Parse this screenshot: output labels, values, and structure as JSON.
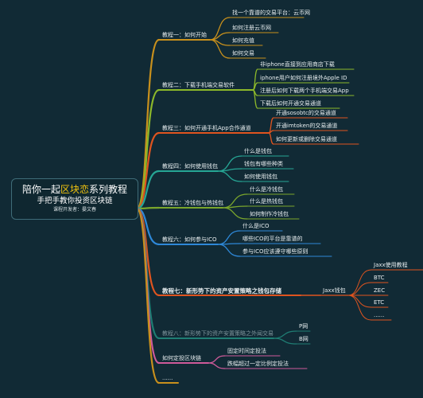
{
  "root": {
    "title_pre": "陪你一起",
    "title_highlight": "区块恋",
    "title_post": "系列教程",
    "subtitle": "手把手教你投资区块链",
    "author": "课程开发者：晏文春"
  },
  "branches": [
    {
      "label": "教程一：如何开始",
      "color": "#c8901c",
      "children": [
        "找一个靠谱的交易平台：云币网",
        "如何注册云币网",
        "如何充值",
        "如何交易"
      ]
    },
    {
      "label": "教程二：下载手机端交易软件",
      "color": "#8cb82a",
      "children": [
        "非iphone直接到应用商店下载",
        "iphone用户如何注册境外Apple ID",
        "注册后如何下载两个手机端交易App",
        "下载后如何开通交易通道"
      ]
    },
    {
      "label": "教程三：如何开通手机App合作通道",
      "color": "#e0541f",
      "children": [
        "开通sosobtc的交易通道",
        "开通imtoken的交易通道",
        "如何更新或删除交易通道"
      ]
    },
    {
      "label": "教程四：如何使用钱包",
      "color": "#26a695",
      "children": [
        "什么是钱包",
        "钱包有哪些种类",
        "如何使用钱包"
      ]
    },
    {
      "label": "教程五：冷钱包与热钱包",
      "color": "#7aa62c",
      "children": [
        "什么是冷钱包",
        "什么是热钱包",
        "如何制作冷钱包"
      ]
    },
    {
      "label": "教程六：如何参与ICO",
      "color": "#2e88d8",
      "children": [
        "什么是ICO",
        "哪些ICO的平台是靠谱的",
        "参与ICO应该遵守哪些原则"
      ]
    },
    {
      "label": "教程七：新形势下的资产安置策略之钱包存储",
      "color": "#e0541f",
      "children": [
        {
          "label": "Jaxx钱包",
          "children": [
            "Jaxx使用教程",
            "BTC",
            "ZEC",
            "ETC",
            "......"
          ]
        }
      ]
    },
    {
      "label": "教程八：新形势下的资产安置策略之外闻交易",
      "color": "#1f7d73",
      "children": [
        "P网",
        "B网"
      ]
    },
    {
      "label": "如何定投区块链",
      "color": "#cf5a9a",
      "children": [
        "固定时间定投法",
        "跌幅超过一定比例定投法"
      ]
    },
    {
      "label": "......",
      "color": "#c8901c",
      "children": []
    }
  ]
}
